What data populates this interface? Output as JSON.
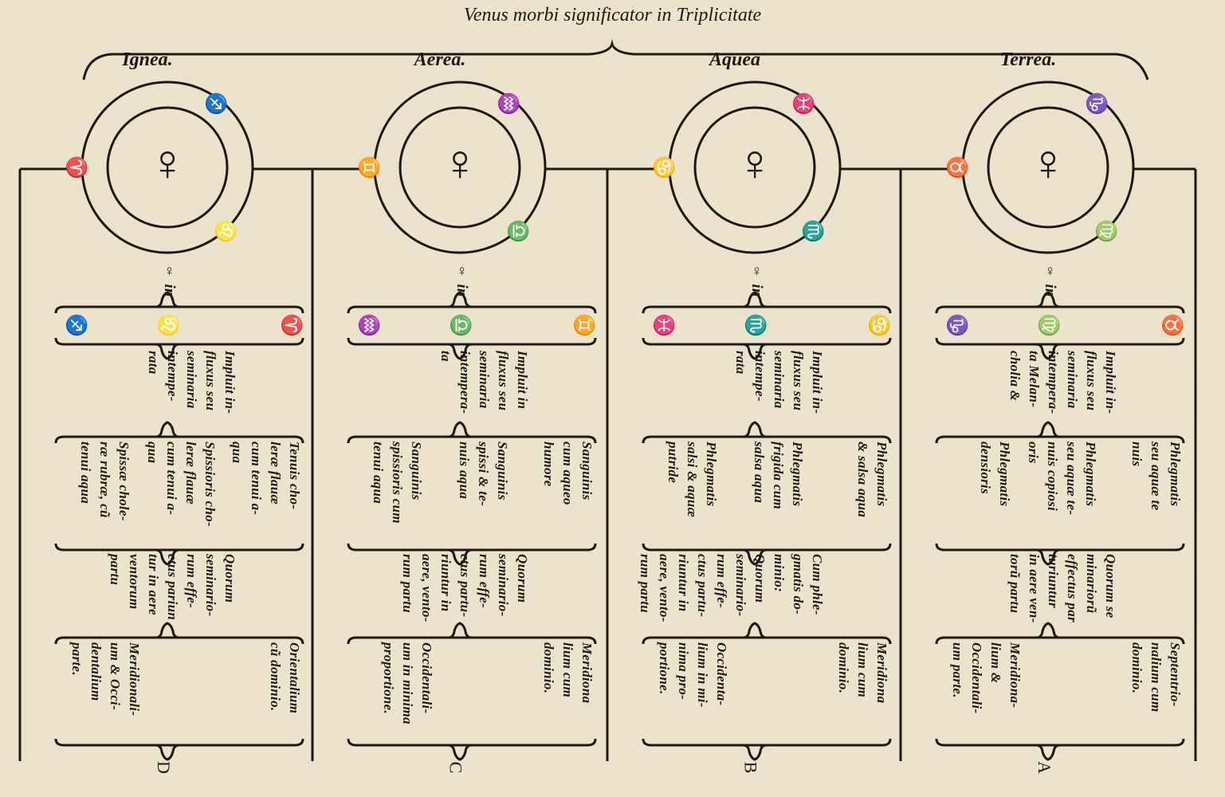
{
  "title": "Venus morbi significator in Triplicitate",
  "columns": [
    {
      "name": "Ignea.",
      "venus": "♀",
      "ring": [
        "♐",
        "♈",
        "♌"
      ],
      "header": "♀ in",
      "row": [
        "♐",
        "♌",
        "♈"
      ],
      "impluit": "Impluit in-\nfluxus seu\nseminaria\nintempe-\nrata",
      "box2": [
        "Tenuis cho-\nleræ flauæ\ncum tenui a-\nqua",
        "Spissioris cho-\nleræ flauæ\ncum tenui a-\nqua",
        "Spissæ chole-\nræ rubræ, cũ\ntenui aqua"
      ],
      "quorum": "Quorum\nseminario-\nrum effe-\nctus pariun\ntur in aere\nventorum\npartu",
      "box3": [
        "Orientalium\ncũ dominio.",
        "Meridionali-\num & Occi-\ndentalium\nparte."
      ],
      "letter": "D"
    },
    {
      "name": "Aerea.",
      "venus": "♀",
      "ring": [
        "♒",
        "♊",
        "♎"
      ],
      "header": "♀ in",
      "row": [
        "♒",
        "♎",
        "♊"
      ],
      "impluit": "Impluit in\nfluxus seu\nseminaria\nintempera-\nta",
      "box2": [
        "Sanguinis\ncum aqueo\nhumore",
        "Sanguinis\nspissi & te-\nnuis aqua",
        "Sanguinis\nspissioris cum\ntenui aqua"
      ],
      "quorum": "Quorum\nseminario-\nrum effe-\nctus partu-\nriuntur in\naere, vento-\nrum partu",
      "box3": [
        "Meridiona\nlium cum\ndominio.",
        "Occidentali-\num in minima\nproportione."
      ],
      "letter": "C"
    },
    {
      "name": "Aquea",
      "venus": "♀",
      "ring": [
        "♓",
        "♋",
        "♏"
      ],
      "header": "♀ in",
      "row": [
        "♓",
        "♏",
        "♋"
      ],
      "impluit": "Impluit in-\nfluxus seu\nseminaria\nintempe-\nrata",
      "box2": [
        "Phlegmatis\n& salsa aqua",
        "Phlegmatis\nfrigida cum\nsalsa aqua",
        "Phlegmatis\nsalsi & aquæ\nputride"
      ],
      "quorum": "Cum phle-\ngmatis do-\nminio:\nQuorum\nseminario-\nrum effe-\nctus partu-\nriuntur in\naere, vento-\nrum partu",
      "box3": [
        "Meridiona\nlium cum\ndominio.",
        "Occidenta-\nlium in mi-\nnima pro-\nportione."
      ],
      "letter": "B"
    },
    {
      "name": "Terrea.",
      "venus": "♀",
      "ring": [
        "♑",
        "♉",
        "♍"
      ],
      "header": "♀ in",
      "row": [
        "♑",
        "♍",
        "♉"
      ],
      "impluit": "Impluit in-\nfluxus seu\nseminaria\nintempera-\nta Melan-\ncholia &",
      "box2": [
        "Phlegmatis\nseu aquæ te\nnuis",
        "Phlegmatis\nseu aquæ te-\nnuis copiosi\noris",
        "Phlegmatis\ndensioris"
      ],
      "quorum": "Quorum se\nminariorũ\neffectus par\nturiuntur\nin aere ven-\ntorũ partu",
      "box3": [
        "Septentrio-\nnalium cum\ndominio.",
        "Meridiona-\nlium &\nOccidentali-\num parte."
      ],
      "letter": "A"
    }
  ]
}
